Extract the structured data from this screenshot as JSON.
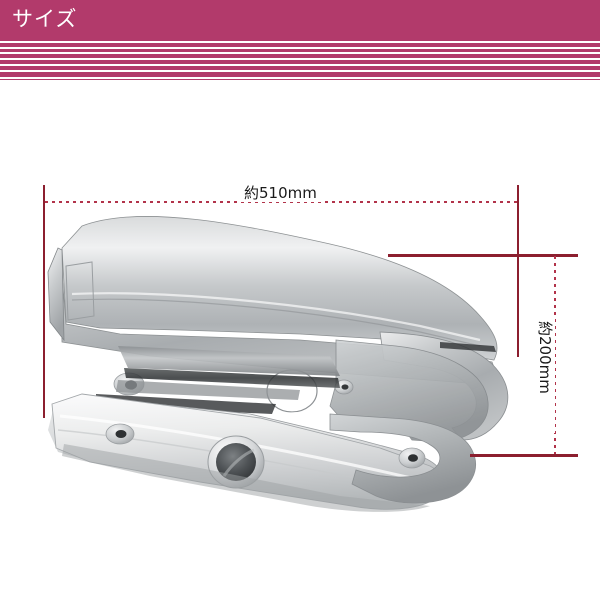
{
  "header": {
    "title": "サイズ",
    "background_color": "#b23a6b",
    "text_color": "#ffffff",
    "stripe_color": "#b23a6b",
    "stripe_gap_color": "#ffffff",
    "stripe_count": 8
  },
  "dimensions": {
    "width_label": "約510mm",
    "height_label": "約200mm",
    "line_color": "#8c1f2f",
    "dotted_color": "#b2334a",
    "label_color": "#1a1a1a"
  },
  "product": {
    "name": "chain-case-cover",
    "description": "chrome motorcycle chain case cover, two-piece upper and lower shell",
    "body_color": "#b9bcbe",
    "highlight_color": "#f2f3f4",
    "shadow_color": "#6e7376",
    "background_color": "#ffffff"
  },
  "icons": {
    "arrow_left": "arrow-left-icon",
    "arrow_right": "arrow-right-icon",
    "arrow_up": "arrow-up-icon",
    "arrow_down": "arrow-down-icon"
  }
}
